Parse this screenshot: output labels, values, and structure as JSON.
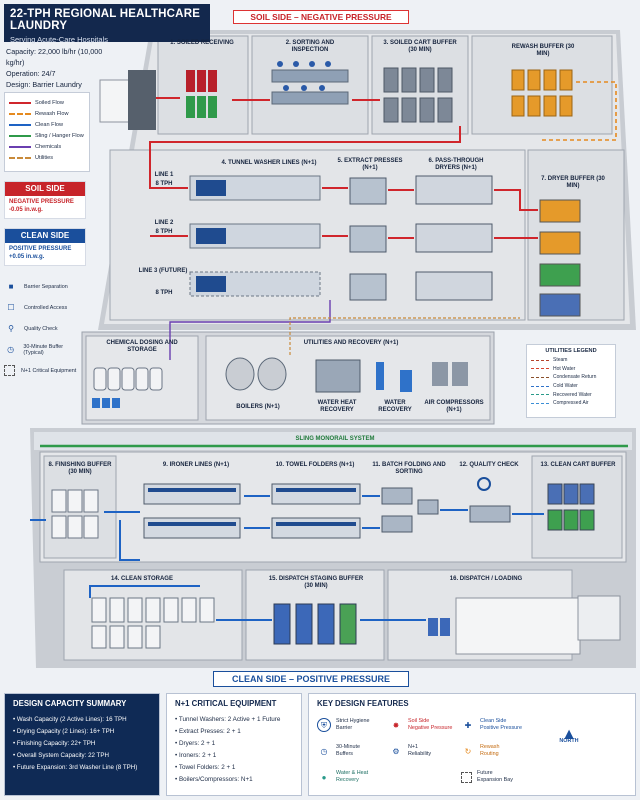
{
  "header": {
    "title": "22-TPH REGIONAL HEALTHCARE LAUNDRY",
    "subtitle": "Serving Acute-Care Hospitals"
  },
  "specs": [
    "Capacity: 22,000 lb/hr (10,000 kg/hr)",
    "Operation: 24/7",
    "Design: Barrier Laundry"
  ],
  "flow_legend": [
    {
      "label": "Soiled Flow",
      "color": "#d0262c",
      "style": "solid"
    },
    {
      "label": "Rewash Flow",
      "color": "#e58a1f",
      "style": "dashed"
    },
    {
      "label": "Clean Flow",
      "color": "#1e63c4",
      "style": "solid"
    },
    {
      "label": "Sling / Hanger Flow",
      "color": "#2f9a4a",
      "style": "solid"
    },
    {
      "label": "Chemicals",
      "color": "#6a3fb0",
      "style": "solid"
    },
    {
      "label": "Utilities",
      "color": "#c88a3a",
      "style": "dashed"
    }
  ],
  "soil_side": {
    "label": "SOIL SIDE",
    "line1": "NEGATIVE PRESSURE",
    "line2": "-0.05 in.w.g."
  },
  "clean_side": {
    "label": "CLEAN SIDE",
    "line1": "POSITIVE PRESSURE",
    "line2": "+0.05 in.w.g."
  },
  "symbols": [
    {
      "icon": "barrier-icon",
      "label": "Barrier Separation"
    },
    {
      "icon": "access-icon",
      "label": "Controlled Access"
    },
    {
      "icon": "check-icon",
      "label": "Quality Check"
    },
    {
      "icon": "clock-icon",
      "label": "30-Minute Buffer (Typical)"
    },
    {
      "icon": "n1-icon",
      "label": "N+1 Critical Equipment"
    }
  ],
  "banners": {
    "soil": "SOIL SIDE – NEGATIVE PRESSURE",
    "clean": "CLEAN SIDE – POSITIVE PRESSURE"
  },
  "areas": {
    "soiled_receiving": "1. SOILED RECEIVING",
    "sorting": "2. SORTING AND INSPECTION",
    "soiled_cart_buffer": "3. SOILED CART BUFFER (30 MIN)",
    "rewash_buffer": "REWASH BUFFER (30 MIN)",
    "tunnel_washers": "4. TUNNEL WASHER LINES (N+1)",
    "line1": "LINE 1",
    "line1_cap": "8 TPH",
    "line2": "LINE 2",
    "line2_cap": "8 TPH",
    "line3": "LINE 3 (FUTURE)",
    "line3_cap": "8 TPH",
    "extract_presses": "5. EXTRACT PRESSES (N+1)",
    "dryers": "6. PASS-THROUGH DRYERS (N+1)",
    "dryer_buffer": "7. DRYER BUFFER (30 MIN)",
    "chem_dosing": "CHEMICAL DOSING AND STORAGE",
    "utilities": "UTILITIES AND RECOVERY (N+1)",
    "boilers": "BOILERS (N+1)",
    "water_heat": "WATER HEAT RECOVERY",
    "water_recovery": "WATER RECOVERY",
    "air_comp": "AIR COMPRESSORS (N+1)",
    "sling": "SLING MONORAIL SYSTEM",
    "finishing_buffer": "8. FINISHING BUFFER (30 MIN)",
    "ironer_lines": "9. IRONER LINES (N+1)",
    "towel_folders": "10. TOWEL FOLDERS (N+1)",
    "batch_folding": "11. BATCH FOLDING AND SORTING",
    "quality_check": "12. QUALITY CHECK",
    "clean_cart_buffer": "13. CLEAN CART BUFFER",
    "clean_storage": "14. CLEAN STORAGE",
    "dispatch_staging": "15. DISPATCH STAGING BUFFER (30 MIN)",
    "dispatch_loading": "16. DISPATCH / LOADING"
  },
  "utilities_legend": {
    "title": "UTILITIES LEGEND",
    "items": [
      {
        "label": "Steam",
        "color": "#b5412a"
      },
      {
        "label": "Hot Water",
        "color": "#d8432f"
      },
      {
        "label": "Condensate Return",
        "color": "#8a4f2a"
      },
      {
        "label": "Cold Water",
        "color": "#2f72c9"
      },
      {
        "label": "Recovered Water",
        "color": "#2a9a8a"
      },
      {
        "label": "Compressed Air",
        "color": "#3b8fd6"
      }
    ]
  },
  "capacity_summary": {
    "title": "DESIGN CAPACITY SUMMARY",
    "items": [
      "Wash Capacity (2 Active Lines): 16 TPH",
      "Drying Capacity (2 Lines): 16+ TPH",
      "Finishing Capacity: 22+ TPH",
      "Overall System Capacity: 22 TPH",
      "Future Expansion: 3rd Washer Line (8 TPH)"
    ]
  },
  "n1_equipment": {
    "title": "N+1 CRITICAL EQUIPMENT",
    "items": [
      "Tunnel Washers: 2 Active + 1 Future",
      "Extract Presses: 2 + 1",
      "Dryers: 2 + 1",
      "Ironers: 2 + 1",
      "Towel Folders: 2 + 1",
      "Boilers/Compressors: N+1"
    ]
  },
  "key_features": {
    "title": "KEY DESIGN FEATURES",
    "items": [
      {
        "icon": "shield-icon",
        "line1": "Strict Hygiene",
        "line2": "Barrier",
        "color": "#1a4f9c"
      },
      {
        "icon": "soil-icon",
        "line1": "Soil Side",
        "line2": "Negative Pressure",
        "color": "#c7242a"
      },
      {
        "icon": "clean-icon",
        "line1": "Clean Side",
        "line2": "Positive Pressure",
        "color": "#1a4f9c"
      },
      {
        "icon": "north-arrow-icon",
        "line1": "",
        "line2": "",
        "color": "#1a4f9c"
      },
      {
        "icon": "clock-icon",
        "line1": "30-Minute",
        "line2": "Buffers",
        "color": "#1a4f9c"
      },
      {
        "icon": "n1-icon",
        "line1": "N+1",
        "line2": "Reliability",
        "color": "#1a4f9c"
      },
      {
        "icon": "rewash-icon",
        "line1": "Rewash",
        "line2": "Routing",
        "color": "#e58a1f"
      },
      {
        "icon": "blank",
        "line1": "",
        "line2": "",
        "color": "#1a4f9c"
      },
      {
        "icon": "water-icon",
        "line1": "Water & Heat",
        "line2": "Recovery",
        "color": "#2a9a8a"
      },
      {
        "icon": "blank",
        "line1": "",
        "line2": "",
        "color": "#1a4f9c"
      },
      {
        "icon": "future-icon",
        "line1": "Future",
        "line2": "Expansion Bay",
        "color": "#555"
      },
      {
        "icon": "blank",
        "line1": "",
        "line2": "",
        "color": "#1a4f9c"
      }
    ]
  },
  "north_label": "NORTH"
}
